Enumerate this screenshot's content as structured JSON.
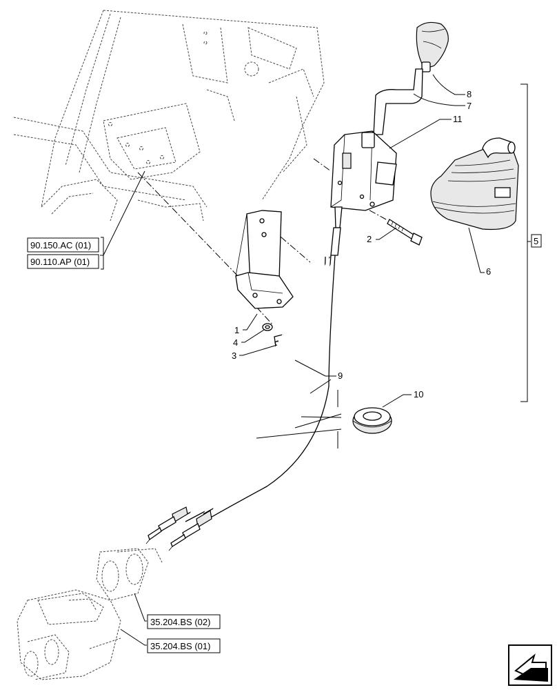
{
  "callouts": {
    "c1": "1",
    "c2": "2",
    "c3": "3",
    "c4": "4",
    "c5": "5",
    "c6": "6",
    "c7": "7",
    "c8": "8",
    "c9": "9",
    "c10": "10",
    "c11": "11"
  },
  "references": {
    "r1": "90.150.AC (01)",
    "r2": "90.110.AP (01)",
    "r3": "35.204.BS (02)",
    "r4": "35.204.BS (01)"
  },
  "nav_icon": "page-navigation-arrow-icon"
}
